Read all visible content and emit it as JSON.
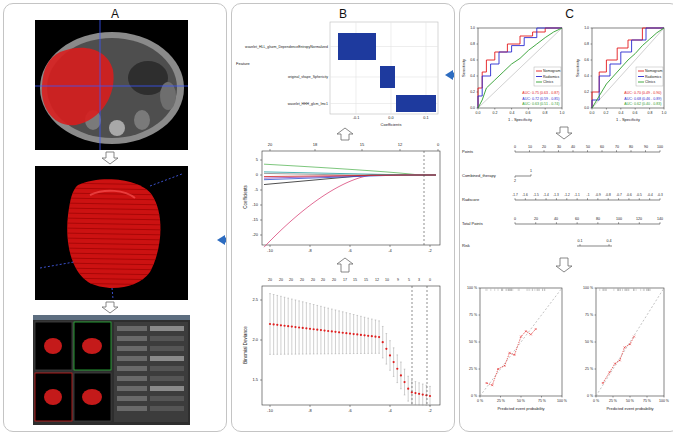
{
  "diagram": {
    "nodes": [
      {
        "text": [
          "A"
        ]
      },
      {
        "text": [
          "B"
        ]
      },
      {
        "text": [
          "C"
        ]
      }
    ],
    "edges": [
      {
        "from": 0,
        "to": 1,
        "arrow": "to"
      },
      {
        "from": 1,
        "to": 2,
        "arrow": "to"
      }
    ],
    "labels": [
      "wavelet_HLL_glszm_DependenceEntropyNormalized",
      "Feature",
      "original_shape_Sphericity",
      "wavelet_HHH_glcm_Imc1",
      "-0.1",
      "0.0",
      "0.1",
      "Coefficients",
      "20",
      "18",
      "15",
      "12",
      "0",
      "5",
      "0",
      "-5",
      "-10",
      "-15",
      "-20",
      "Coefficients",
      "-10",
      "-8",
      "-6",
      "-4",
      "-2",
      "20",
      "20",
      "20",
      "20",
      "20",
      "20",
      "20",
      "17",
      "15",
      "15",
      "12",
      "10",
      "9",
      "5",
      "3",
      "0",
      "2.5",
      "2.0",
      "1.5",
      "Binomial Deviance",
      "-10",
      "-8",
      "-6",
      "-4",
      "-2",
      "Sensitivity",
      "1.0",
      "0.8",
      "0.6",
      "0.4",
      "0.2",
      "0.0",
      "AUC: 0.75 (0.63 - 0.87)",
      "AUC: 0.72 (0.59 - 0.85)",
      "AUC: 0.63 (0.51 - 0.74)",
      "0.0",
      "0.2",
      "0.4",
      "0.6",
      "0.8",
      "1.0",
      "1 - Specificity",
      "Sensitivity",
      "1.0",
      "0.8",
      "0.6",
      "0.4",
      "0.2",
      "0.0",
      "AUC: 0.70 (0.49 - 0.90)",
      "AUC: 0.68 (0.46 - 0.89)",
      "AUC: 0.62 (0.40 - 0.83)",
      "0.0",
      "0.2",
      "0.4",
      "0.6",
      "0.8",
      "1.0",
      "1 - Specificity",
      "Points",
      "0",
      "10",
      "20",
      "30",
      "40",
      "50",
      "60",
      "70",
      "80",
      "90",
      "100",
      "Combined_therapy",
      "1",
      "2",
      "Radscore",
      "-1.7",
      "-1.6",
      "-1.5",
      "-1.4",
      "-1.3",
      "-1.2",
      "-1.1",
      "-1",
      "-0.9",
      "-0.8",
      "-0.7",
      "-0.6",
      "-0.5",
      "-0.4",
      "-0.3",
      "Total Points",
      "0",
      "20",
      "40",
      "60",
      "80",
      "100",
      "120",
      "140",
      "Risk",
      "0.1",
      "0.4",
      "100 %",
      "75 %",
      "50 %",
      "25 %",
      "0 %",
      "0 %",
      "25 %",
      "50 %",
      "75 %",
      "100 %",
      "Predicted event probability",
      "100 %",
      "75 %",
      "50 %",
      "25 %",
      "0 %",
      "0 %",
      "25 %",
      "50 %",
      "75 %",
      "100 %",
      "Predicted event probability"
    ],
    "legend": [
      {
        "text": "Nomogram"
      },
      {
        "text": "Radiomics"
      },
      {
        "text": "Clinics"
      },
      {
        "text": "Nomogram"
      },
      {
        "text": "Radiomics"
      },
      {
        "text": "Clinics"
      }
    ]
  }
}
